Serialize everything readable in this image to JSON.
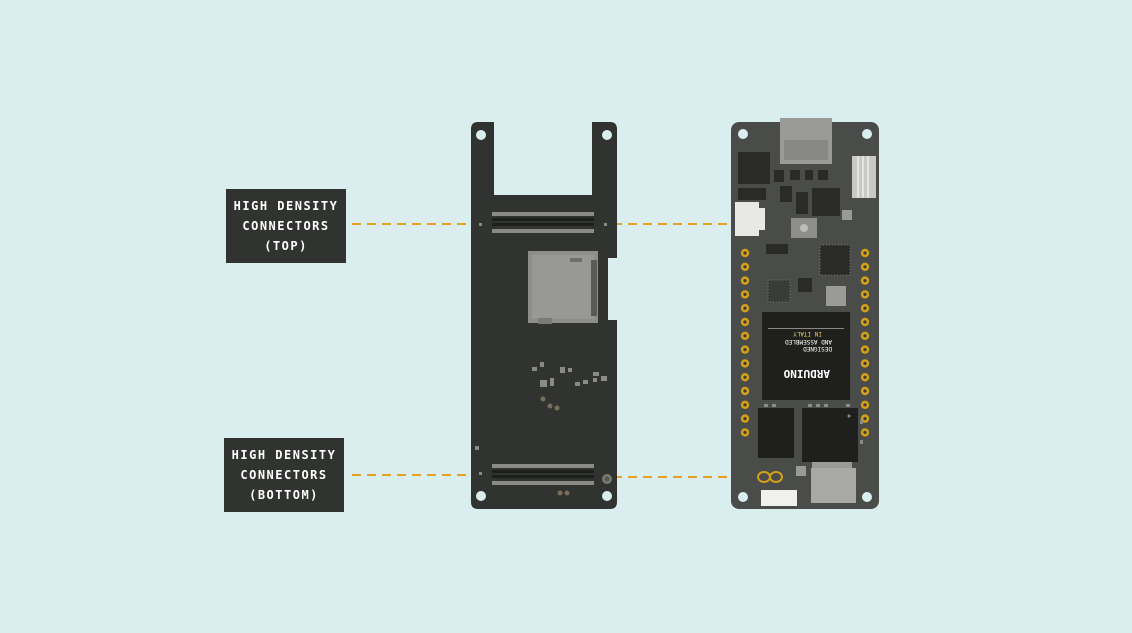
{
  "labels": {
    "top": {
      "line1": "HIGH DENSITY",
      "line2": "CONNECTORS",
      "line3": "(TOP)"
    },
    "bottom": {
      "line1": "HIGH DENSITY",
      "line2": "CONNECTORS",
      "line3": "(BOTTOM)"
    }
  },
  "board": {
    "chip_text_line1": "DESIGNED",
    "chip_text_line2": "AND ASSEMBLED",
    "chip_text_line3": "IN ITALY",
    "brand": "ARDUINO"
  },
  "colors": {
    "background": "#daeeef",
    "board": "#30332f",
    "leader_line": "#e8a020",
    "pin": "#d4a019",
    "label_box": "#30332f"
  }
}
